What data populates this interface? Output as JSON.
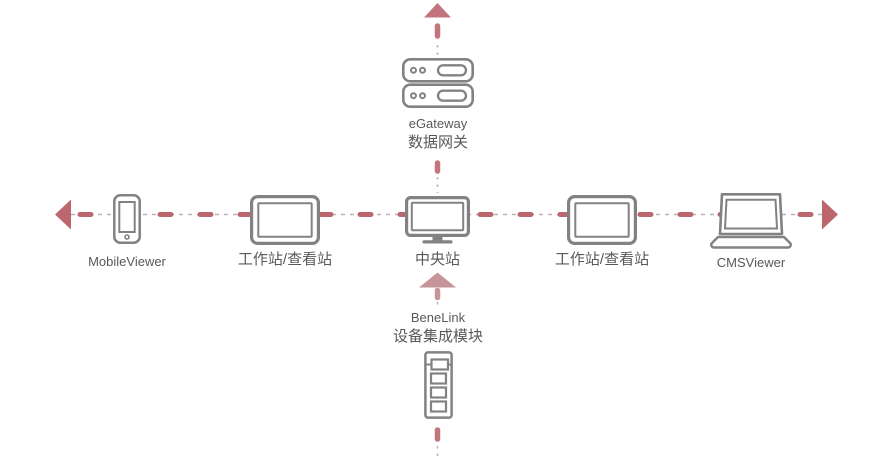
{
  "diagram": {
    "colors": {
      "accent_red": "#bc666e",
      "accent_red_light": "#c2757c",
      "accent_red_soft": "#c79499",
      "line_gray": "#b6b6b6",
      "icon_gray": "#828282",
      "text_gray": "#595959",
      "background": "#ffffff"
    },
    "gateway": {
      "line1": "eGateway",
      "line2": "数据网关"
    },
    "row": [
      {
        "id": "mobileviewer",
        "label": "MobileViewer"
      },
      {
        "id": "workstation-left",
        "label": "工作站/查看站"
      },
      {
        "id": "central-station",
        "label": "中央站"
      },
      {
        "id": "workstation-right",
        "label": "工作站/查看站"
      },
      {
        "id": "cmsviewer",
        "label": "CMSViewer"
      }
    ],
    "benelink": {
      "line1": "BeneLink",
      "line2": "设备集成模块"
    }
  }
}
